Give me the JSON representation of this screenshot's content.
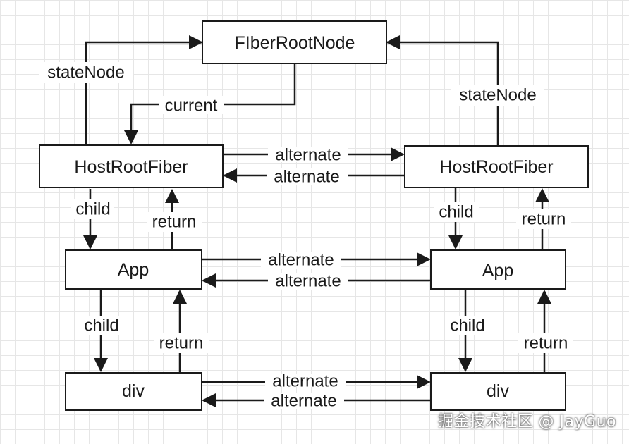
{
  "nodes": {
    "fiber_root_node": "FIberRootNode",
    "host_root_fiber_current": "HostRootFiber",
    "host_root_fiber_wip": "HostRootFiber",
    "app_current": "App",
    "app_wip": "App",
    "div_current": "div",
    "div_wip": "div"
  },
  "edges": {
    "state_node_left": "stateNode",
    "state_node_right": "stateNode",
    "current": "current",
    "host_alternate_top": "alternate",
    "host_alternate_bottom": "alternate",
    "app_alternate_top": "alternate",
    "app_alternate_bottom": "alternate",
    "div_alternate_top": "alternate",
    "div_alternate_bottom": "alternate",
    "child_left_1": "child",
    "return_left_1": "return",
    "child_left_2": "child",
    "return_left_2": "return",
    "child_right_1": "child",
    "return_right_1": "return",
    "child_right_2": "child",
    "return_right_2": "return"
  },
  "watermark": "掘金技术社区 @ JayGuo",
  "colors": {
    "stroke": "#1a1a1a",
    "grid": "#e6e6e6",
    "background": "#ffffff"
  }
}
